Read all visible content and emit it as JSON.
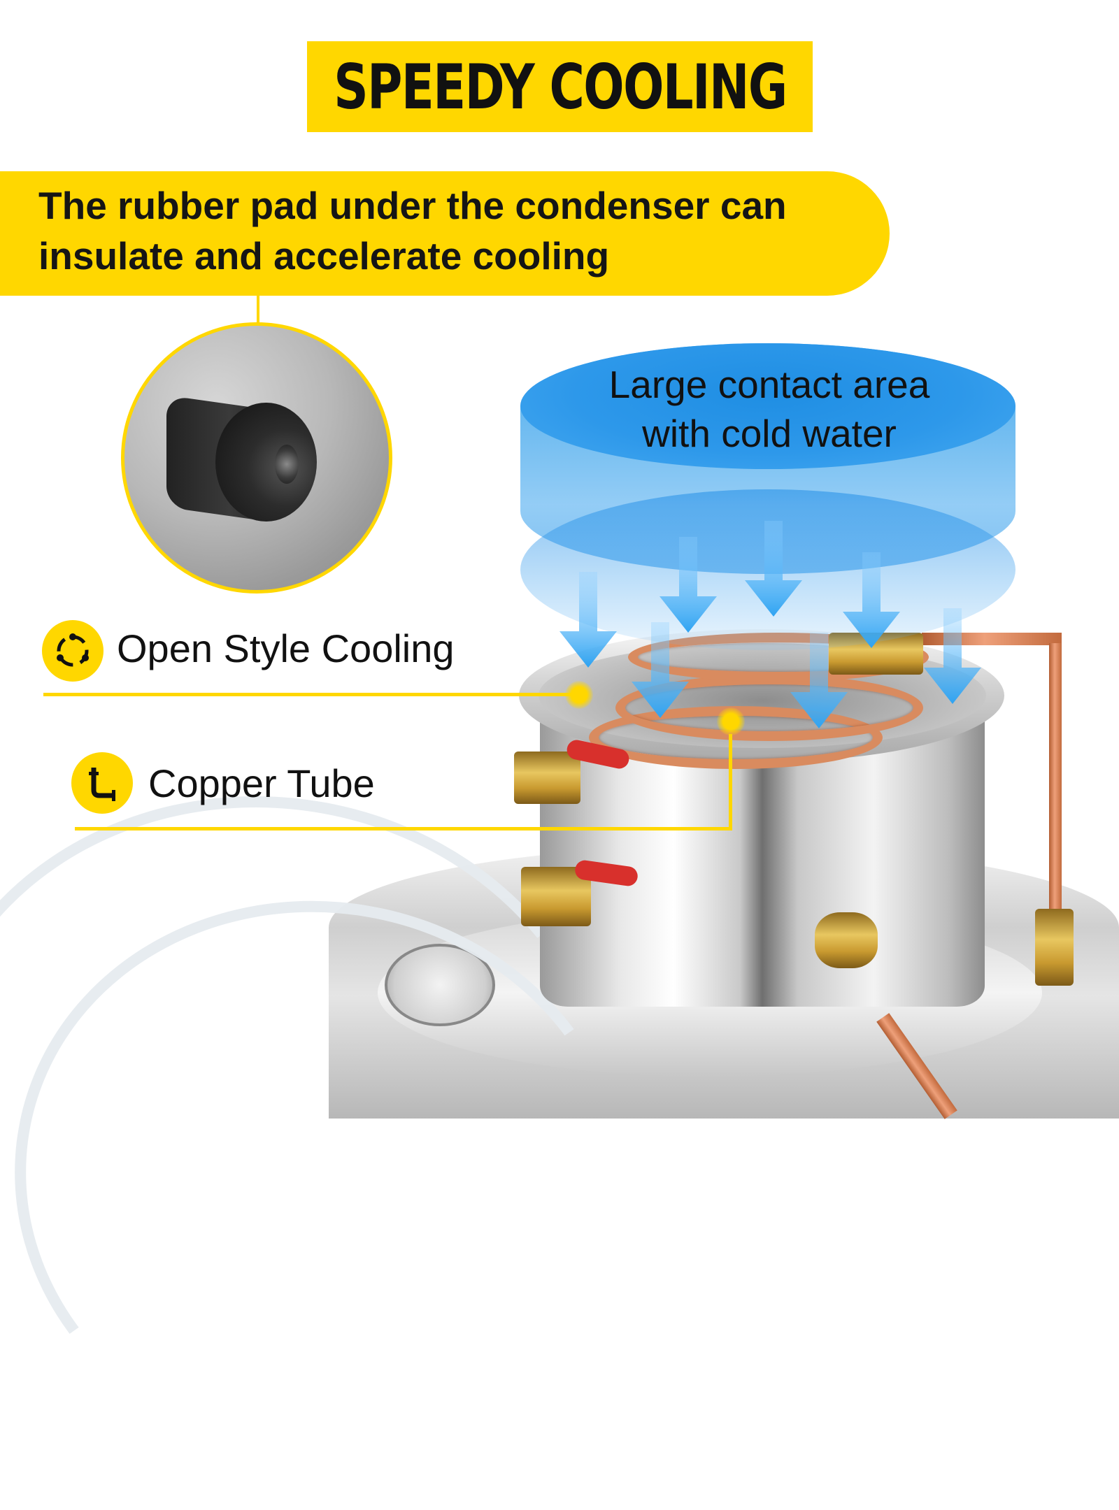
{
  "title": "SPEEDY COOLING",
  "callout": {
    "line1": "The rubber pad under the condenser can",
    "line2": "insulate and accelerate cooling"
  },
  "water_label": {
    "line1": "Large contact area",
    "line2": "with cold water"
  },
  "features": [
    {
      "label": "Open Style Cooling",
      "icon": "open-cooling-icon"
    },
    {
      "label": "Copper Tube",
      "icon": "pipe-icon"
    }
  ],
  "colors": {
    "accent": "#ffd700",
    "water": "#3aa6ef",
    "arrow": "#2ea3f2",
    "copper": "#d98b5f"
  }
}
